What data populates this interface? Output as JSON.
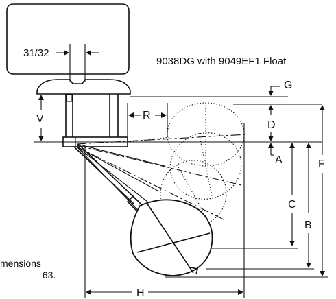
{
  "title": "9038DG with 9049EF1 Float",
  "dimensions": {
    "width_label": "31/32",
    "g": "G",
    "v": "V",
    "r": "R",
    "d": "D",
    "a": "A",
    "f": "F",
    "c": "C",
    "b": "B",
    "h": "H"
  },
  "note": {
    "line1": "mensions",
    "line2": "–63."
  }
}
